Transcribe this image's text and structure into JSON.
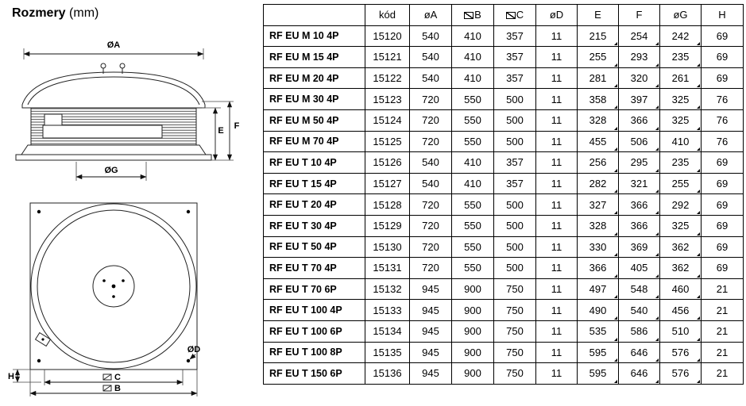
{
  "page": {
    "title": "Rozmery",
    "title_unit": "(mm)"
  },
  "drawings": {
    "side_view": {
      "dim_a": "ØA",
      "dim_e": "E",
      "dim_f": "F",
      "dim_g": "ØG"
    },
    "top_view": {
      "dim_d": "ØD",
      "dim_c": "C",
      "dim_b": "B",
      "dim_h": "H"
    }
  },
  "table": {
    "headers": [
      {
        "label": "",
        "square": false
      },
      {
        "label": "kód",
        "square": false
      },
      {
        "label": "øA",
        "square": false
      },
      {
        "label": "B",
        "square": true
      },
      {
        "label": "C",
        "square": true
      },
      {
        "label": "øD",
        "square": false
      },
      {
        "label": "E",
        "square": false
      },
      {
        "label": "F",
        "square": false
      },
      {
        "label": "øG",
        "square": false
      },
      {
        "label": "H",
        "square": false
      }
    ],
    "rows": [
      {
        "model": "RF EU M 10 4P",
        "values": [
          "15120",
          "540",
          "410",
          "357",
          "11",
          "215",
          "254",
          "242",
          "69"
        ]
      },
      {
        "model": "RF EU M 15 4P",
        "values": [
          "15121",
          "540",
          "410",
          "357",
          "11",
          "255",
          "293",
          "235",
          "69"
        ]
      },
      {
        "model": "RF EU M 20 4P",
        "values": [
          "15122",
          "540",
          "410",
          "357",
          "11",
          "281",
          "320",
          "261",
          "69"
        ]
      },
      {
        "model": "RF EU M 30 4P",
        "values": [
          "15123",
          "720",
          "550",
          "500",
          "11",
          "358",
          "397",
          "325",
          "76"
        ]
      },
      {
        "model": "RF EU M 50 4P",
        "values": [
          "15124",
          "720",
          "550",
          "500",
          "11",
          "328",
          "366",
          "325",
          "76"
        ]
      },
      {
        "model": "RF EU M 70 4P",
        "values": [
          "15125",
          "720",
          "550",
          "500",
          "11",
          "455",
          "506",
          "410",
          "76"
        ]
      },
      {
        "model": "RF EU T 10 4P",
        "values": [
          "15126",
          "540",
          "410",
          "357",
          "11",
          "256",
          "295",
          "235",
          "69"
        ]
      },
      {
        "model": "RF EU T 15 4P",
        "values": [
          "15127",
          "540",
          "410",
          "357",
          "11",
          "282",
          "321",
          "255",
          "69"
        ]
      },
      {
        "model": "RF EU T 20 4P",
        "values": [
          "15128",
          "720",
          "550",
          "500",
          "11",
          "327",
          "366",
          "292",
          "69"
        ]
      },
      {
        "model": "RF EU T 30 4P",
        "values": [
          "15129",
          "720",
          "550",
          "500",
          "11",
          "328",
          "366",
          "325",
          "69"
        ]
      },
      {
        "model": "RF EU T 50 4P",
        "values": [
          "15130",
          "720",
          "550",
          "500",
          "11",
          "330",
          "369",
          "362",
          "69"
        ]
      },
      {
        "model": "RF EU T 70 4P",
        "values": [
          "15131",
          "720",
          "550",
          "500",
          "11",
          "366",
          "405",
          "362",
          "69"
        ]
      },
      {
        "model": "RF EU T 70 6P",
        "values": [
          "15132",
          "945",
          "900",
          "750",
          "11",
          "497",
          "548",
          "460",
          "21"
        ]
      },
      {
        "model": "RF EU T 100 4P",
        "values": [
          "15133",
          "945",
          "900",
          "750",
          "11",
          "490",
          "540",
          "456",
          "21"
        ]
      },
      {
        "model": "RF EU T 100 6P",
        "values": [
          "15134",
          "945",
          "900",
          "750",
          "11",
          "535",
          "586",
          "510",
          "21"
        ]
      },
      {
        "model": "RF EU T 100 8P",
        "values": [
          "15135",
          "945",
          "900",
          "750",
          "11",
          "595",
          "646",
          "576",
          "21"
        ]
      },
      {
        "model": "RF EU T 150 6P",
        "values": [
          "15136",
          "945",
          "900",
          "750",
          "11",
          "595",
          "646",
          "576",
          "21"
        ]
      }
    ]
  }
}
